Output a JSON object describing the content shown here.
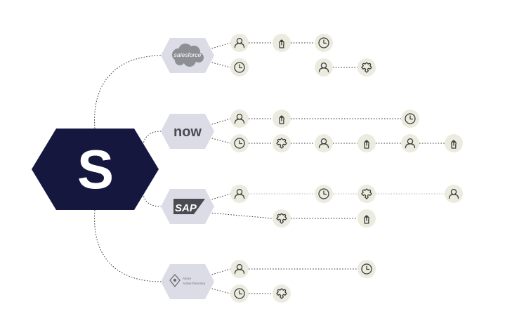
{
  "hub": {
    "letter": "S",
    "color": "#15173f"
  },
  "apps": [
    {
      "key": "salesforce",
      "label": "salesforce",
      "row1": [
        "user",
        "lock",
        "clock"
      ],
      "row2": [
        "clock",
        "",
        "user",
        "puzzle"
      ]
    },
    {
      "key": "servicenow",
      "label": "now",
      "row1": [
        "user",
        "lock",
        "",
        "",
        "clock"
      ],
      "row2": [
        "clock",
        "puzzle",
        "user",
        "lock",
        "user",
        "lock"
      ]
    },
    {
      "key": "sap",
      "label": "SAP",
      "row1": [
        "user",
        "",
        "clock",
        "puzzle",
        "",
        "user"
      ],
      "row2": [
        "",
        "puzzle",
        "",
        "lock"
      ]
    },
    {
      "key": "azure-ad",
      "label": "Azure Active Directory",
      "row1": [
        "user",
        "",
        "",
        "clock"
      ],
      "row2": [
        "clock",
        "puzzle"
      ]
    }
  ],
  "colors": {
    "node": "#ecebdf",
    "app_hex": "#dcdce6",
    "hub": "#15173f",
    "icon": "#3c3c3c"
  }
}
